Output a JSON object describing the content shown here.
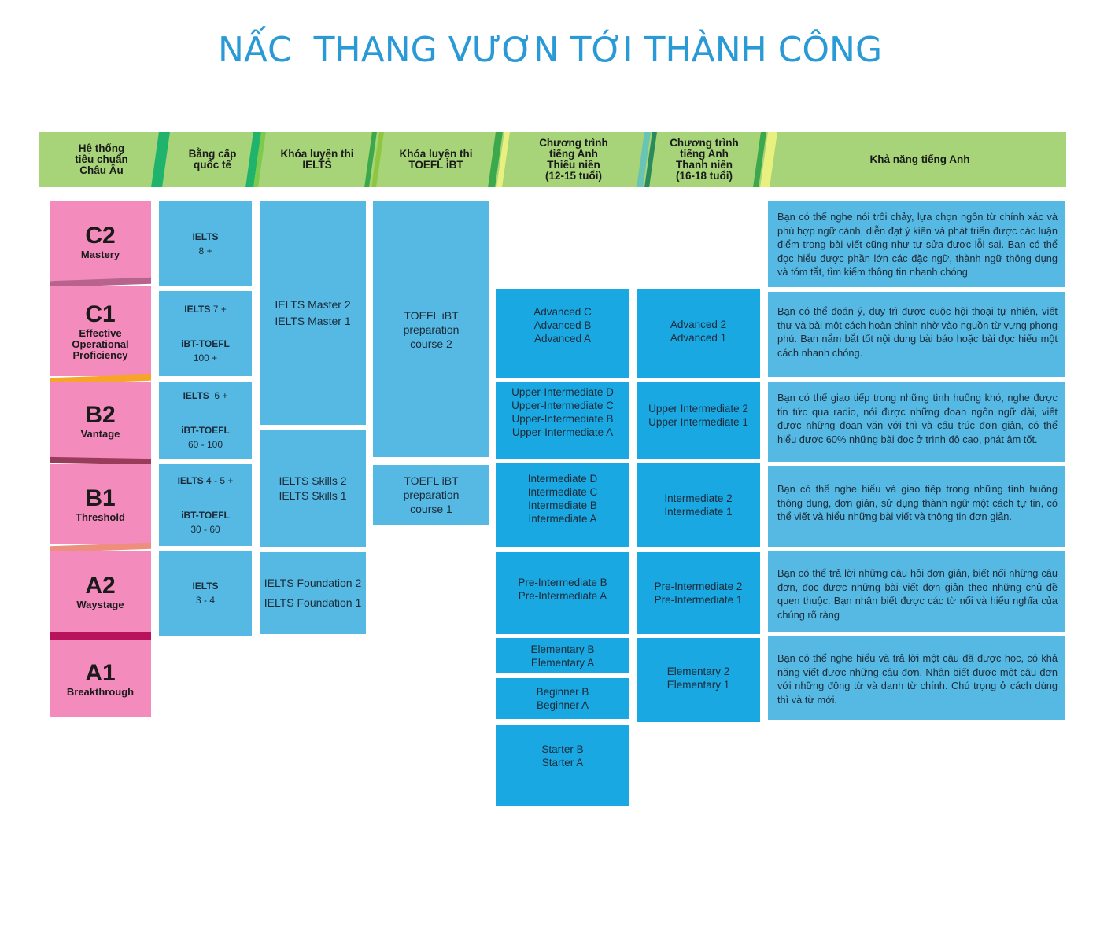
{
  "title": "NẤC  THANG VƯƠN TỚI THÀNH CÔNG",
  "headers": [
    [
      "Hệ thống",
      "tiêu chuẩn",
      "Châu Âu"
    ],
    [
      "Bằng cấp",
      "quốc tế"
    ],
    [
      "Khóa luyện thi",
      "IELTS"
    ],
    [
      "Khóa luyện thi",
      "TOEFL iBT"
    ],
    [
      "Chương trình",
      "tiếng Anh",
      "Thiếu niên",
      "(12-15 tuổi)"
    ],
    [
      "Chương trình",
      "tiếng Anh",
      "Thanh niên",
      "(16-18 tuổi)"
    ],
    [
      "Khả năng tiếng Anh"
    ]
  ],
  "levels": [
    {
      "code": "C2",
      "name": "Mastery"
    },
    {
      "code": "C1",
      "name": "Effective Operational Proficiency"
    },
    {
      "code": "B2",
      "name": "Vantage"
    },
    {
      "code": "B1",
      "name": "Threshold"
    },
    {
      "code": "A2",
      "name": "Waystage"
    },
    {
      "code": "A1",
      "name": "Breakthrough"
    }
  ],
  "certificates": [
    {
      "ielts_label": "IELTS",
      "ielts_value": "8 +",
      "toefl_label": "",
      "toefl_value": ""
    },
    {
      "ielts_label": "IELTS",
      "ielts_value": "7 +",
      "toefl_label": "iBT-TOEFL",
      "toefl_value": "100 +"
    },
    {
      "ielts_label": "IELTS",
      "ielts_value": "6 +",
      "toefl_label": "iBT-TOEFL",
      "toefl_value": "60 - 100"
    },
    {
      "ielts_label": "IELTS",
      "ielts_value": "4 - 5 +",
      "toefl_label": "iBT-TOEFL",
      "toefl_value": "30 - 60"
    },
    {
      "ielts_label": "IELTS",
      "ielts_value": "3 - 4",
      "toefl_label": "",
      "toefl_value": ""
    }
  ],
  "ielts_courses": [
    [
      "IELTS Master 2",
      "IELTS Master 1"
    ],
    [
      "IELTS Skills 2",
      "IELTS Skills 1"
    ],
    [
      "IELTS Foundation 2",
      "IELTS Foundation 1"
    ]
  ],
  "toefl_courses": [
    [
      "TOEFL iBT",
      "preparation",
      "course 2"
    ],
    [
      "TOEFL iBT",
      "preparation",
      "course 1"
    ]
  ],
  "junior": [
    [
      "Advanced C",
      "Advanced B",
      "Advanced A"
    ],
    [
      "Upper-Intermediate D",
      "Upper-Intermediate C",
      "Upper-Intermediate B",
      "Upper-Intermediate A"
    ],
    [
      "Intermediate D",
      "Intermediate C",
      "Intermediate B",
      "Intermediate A"
    ],
    [
      "Pre-Intermediate B",
      "Pre-Intermediate A"
    ],
    [
      "Elementary B",
      "Elementary A"
    ],
    [
      "Beginner B",
      "Beginner A"
    ],
    [
      "Starter B",
      "Starter A"
    ]
  ],
  "youth": [
    [
      "Advanced 2",
      "Advanced 1"
    ],
    [
      "Upper Intermediate 2",
      "Upper Intermediate 1"
    ],
    [
      "Intermediate 2",
      "Intermediate 1"
    ],
    [
      "Pre-Intermediate 2",
      "Pre-Intermediate 1"
    ],
    [
      "Elementary 2",
      "Elementary 1"
    ]
  ],
  "abilities": [
    "Bạn có thể nghe nói trôi chảy, lựa chọn ngôn từ chính xác và phù hợp ngữ cảnh, diễn đạt ý kiến và phát triển được các luận điểm trong bài viết cũng như tự sửa được lỗi sai. Bạn có thể đọc hiểu được phần lớn các đặc ngữ, thành ngữ thông dụng và tóm tắt, tìm kiếm thông tin nhanh chóng.",
    "Bạn có thể đoán ý, duy trì được cuộc hội thoại tự nhiên, viết thư và bài một cách hoàn chỉnh nhờ vào nguồn từ vựng phong phú. Bạn nắm bắt tốt nội dung bài báo hoặc bài đọc hiểu một cách nhanh chóng.",
    "Bạn có thể giao tiếp trong những tình huống khó, nghe được tin tức qua radio, nói được những đoạn ngôn ngữ dài, viết được những đoạn văn với thì và cấu trúc đơn giản, có thể hiểu được 60% những bài đọc ở trình độ cao, phát âm tốt.",
    "Bạn có thể nghe hiểu và giao tiếp trong những tình huống thông dụng, đơn giản, sử dụng thành ngữ một cách tự tin, có thể viết và hiểu những bài viết và thông tin đơn giản.",
    "Bạn có thể trả lời những câu hỏi đơn giản, biết nối những câu đơn, đọc được những bài viết đơn giản theo những chủ đề quen thuộc. Bạn nhận biết được các từ nối và hiểu nghĩa của chúng rõ ràng",
    "Bạn có thể nghe hiểu và trả lời một câu đã được học, có khả năng viết được những câu đơn. Nhận biết được một câu đơn với những động từ và danh từ chính. Chú trọng ở cách dùng thì và từ mới."
  ],
  "colors": {
    "title": "#2a9ad6",
    "header_bg": "#a7d379",
    "level_pink": "#f38bbd",
    "box_blue": "#55b9e3",
    "box_blue_dark": "#1aa8e2"
  }
}
